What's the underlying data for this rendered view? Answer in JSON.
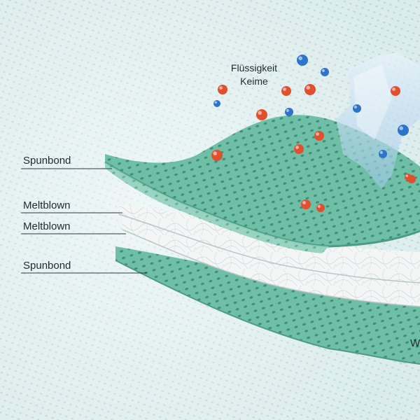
{
  "labels": {
    "layer1": "Spunbond",
    "layer2": "Meltblown",
    "layer3": "Meltblown",
    "layer4": "Spunbond"
  },
  "caption": {
    "line1": "Flüssigkeit",
    "line2": "Keime"
  },
  "edge_text": "W",
  "colors": {
    "background": "#dfeeee",
    "spunbond": "#6fbfa6",
    "spunbond_dot": "#3f8f78",
    "meltblown": "#f3f5f5",
    "particle_red": "#e0502f",
    "particle_blue": "#2e74c8",
    "arrow": "#bcd8ee"
  },
  "particles": [
    {
      "color": "blue"
    },
    {
      "color": "blue"
    },
    {
      "color": "red"
    },
    {
      "color": "blue"
    },
    {
      "color": "red"
    },
    {
      "color": "red"
    },
    {
      "color": "red"
    },
    {
      "color": "blue"
    },
    {
      "color": "red"
    },
    {
      "color": "red"
    },
    {
      "color": "red"
    },
    {
      "color": "red"
    },
    {
      "color": "blue"
    },
    {
      "color": "blue"
    },
    {
      "color": "red"
    },
    {
      "color": "red"
    },
    {
      "color": "red"
    },
    {
      "color": "blue"
    },
    {
      "color": "red"
    }
  ]
}
